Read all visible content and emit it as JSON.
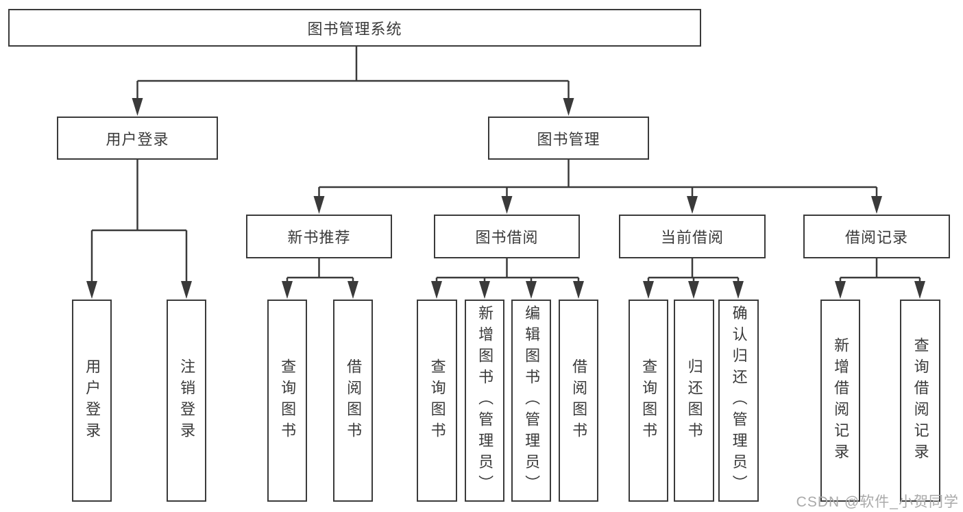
{
  "tree": {
    "label": "图书管理系统",
    "children": [
      {
        "label": "用户登录",
        "children": [
          {
            "label": "用户登录"
          },
          {
            "label": "注销登录"
          }
        ]
      },
      {
        "label": "图书管理",
        "children": [
          {
            "label": "新书推荐",
            "children": [
              {
                "label": "查询图书"
              },
              {
                "label": "借阅图书"
              }
            ]
          },
          {
            "label": "图书借阅",
            "children": [
              {
                "label": "查询图书"
              },
              {
                "label": "新增图书（管理员）"
              },
              {
                "label": "编辑图书（管理员）"
              },
              {
                "label": "借阅图书"
              }
            ]
          },
          {
            "label": "当前借阅",
            "children": [
              {
                "label": "查询图书"
              },
              {
                "label": "归还图书"
              },
              {
                "label": "确认归还（管理员）"
              }
            ]
          },
          {
            "label": "借阅记录",
            "children": [
              {
                "label": "新增借阅记录"
              },
              {
                "label": "查询借阅记录"
              }
            ]
          }
        ]
      }
    ]
  },
  "watermark": "CSDN @软件_小贺同学",
  "colors": {
    "line": "#3a3a3a",
    "text": "#3a3a3a",
    "watermark": "#a9a9a9",
    "background": "#ffffff"
  }
}
